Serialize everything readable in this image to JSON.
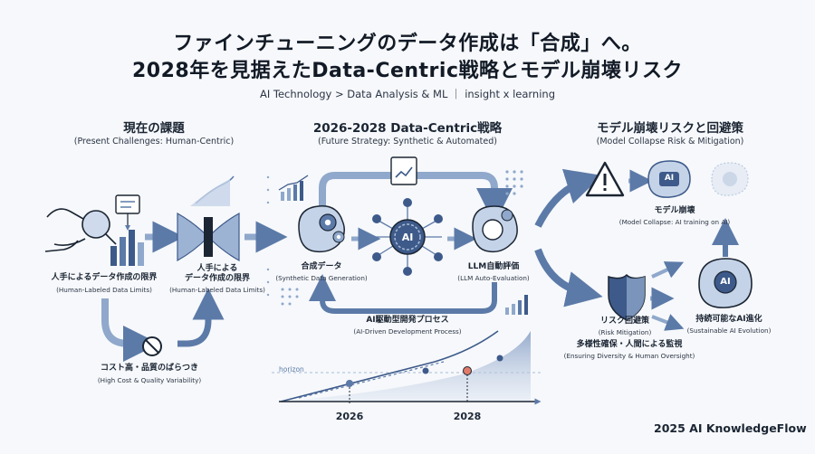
{
  "header": {
    "title_line1": "ファインチューニングのデータ作成は「合成」へ。",
    "title_line2": "2028年を見据えたData-Centric戦略とモデル崩壊リスク",
    "breadcrumb": "AI Technology > Data Analysis & ML ｜ insight x learning"
  },
  "sections": {
    "present": {
      "title": "現在の課題",
      "subtitle": "(Present Challenges: Human-Centric)"
    },
    "future": {
      "title": "2026-2028 Data-Centric戦略",
      "subtitle": "(Future Strategy: Synthetic & Automated)"
    },
    "risk": {
      "title": "モデル崩壊リスクと回避策",
      "subtitle": "(Model Collapse Risk & Mitigation)"
    }
  },
  "nodes": {
    "human_limits": {
      "label": "人手によるデータ作成の限界",
      "sub": "(Human-Labeled Data Limits)"
    },
    "human_bottleneck": {
      "label_line1": "人手による",
      "label_line2": "データ作成の限界",
      "sub": "(Human-Labeled Data Limits)"
    },
    "cost": {
      "label": "コスト高・品質のばらつき",
      "sub": "(High Cost & Quality Variability)"
    },
    "synthetic": {
      "label": "合成データ",
      "sub": "(Synthetic Data Generation)"
    },
    "llm_eval": {
      "label": "LLM自動評価",
      "sub": "(LLM Auto-Evaluation)"
    },
    "ai_core": {
      "label": "AI"
    },
    "ai_dev": {
      "label": "AI駆動型開発プロセス",
      "sub": "(AI-Driven Development Process)"
    },
    "collapse": {
      "label": "モデル崩壊",
      "sub": "(Model Collapse: AI training on AI)"
    },
    "mitigation": {
      "label": "リスク回避策",
      "sub": "(Risk Mitigation)"
    },
    "diversity": {
      "label": "多様性確保・人間による監視",
      "sub": "(Ensuring Diversity & Human Oversight)"
    },
    "sustainable": {
      "label": "持続可能なAI進化",
      "sub": "(Sustainable AI Evolution)"
    },
    "ai_brain_top": {
      "label": "AI"
    },
    "ai_brain_bottom": {
      "label": "AI"
    }
  },
  "timeline": {
    "horizon_label": "horizon",
    "year_start": "2026",
    "year_end": "2028"
  },
  "footer": {
    "brand": "2025 AI KnowledgeFlow"
  },
  "colors": {
    "primary": "#3d5a8a",
    "light": "#a9bdd8",
    "accent_red": "#e07b6a",
    "dark": "#1b2533"
  }
}
